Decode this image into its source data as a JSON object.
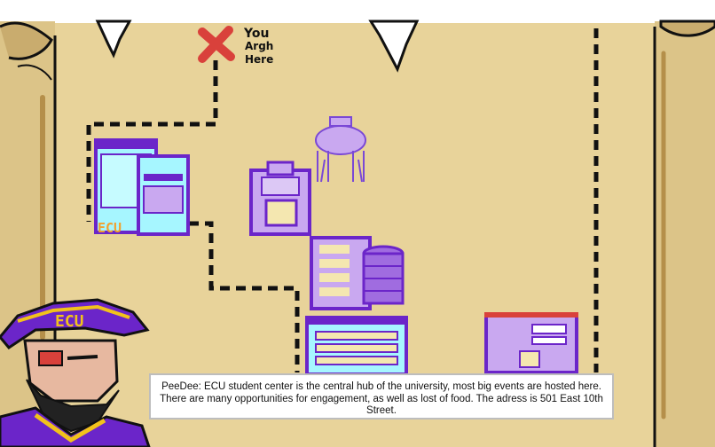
{
  "map": {
    "marker_text": [
      "You",
      "Argh",
      "Here"
    ],
    "colors": {
      "parchment": "#e8d39a",
      "parchment_edge": "#d9bf7e",
      "path": "#111111",
      "marker": "#d9413b",
      "building_purple": "#6b25c9",
      "building_light_purple": "#c9a8f0",
      "building_cyan": "#a6f6ff"
    },
    "buildings": [
      {
        "name": "library-building"
      },
      {
        "name": "chapel-building"
      },
      {
        "name": "cupola-monument"
      },
      {
        "name": "tower-building"
      },
      {
        "name": "student-center-building"
      },
      {
        "name": "small-hall-building"
      }
    ],
    "library_sign": "ECU"
  },
  "character": {
    "hat_text": "ECU"
  },
  "dialog": {
    "text": "PeeDee: ECU student center is the central hub of the university, most big events are hosted here. There are many opportunities for engagement, as well as lost of food. The adress is 501 East 10th Street."
  }
}
